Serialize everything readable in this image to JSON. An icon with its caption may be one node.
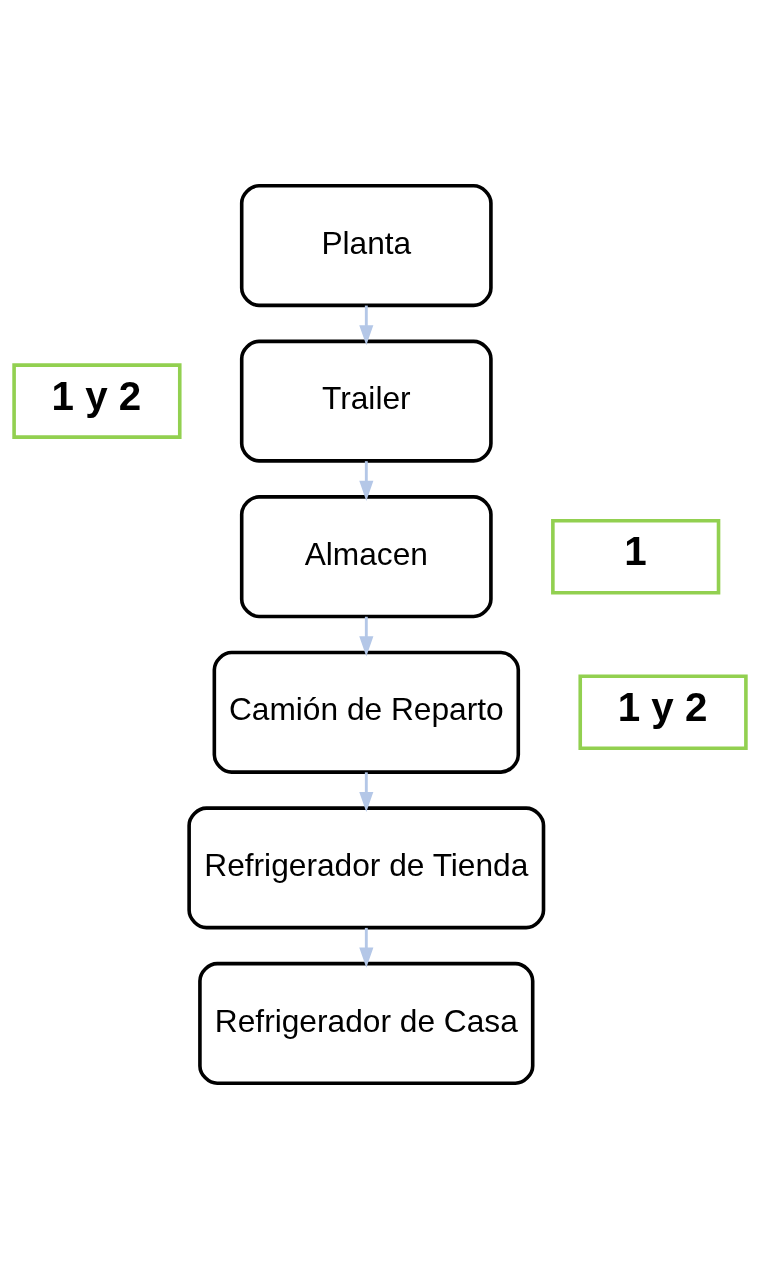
{
  "diagram": {
    "nodes": [
      {
        "text": [
          "Planta"
        ]
      },
      {
        "text": [
          "1 y 2"
        ]
      },
      {
        "text": [
          "Trailer"
        ]
      },
      {
        "text": [
          "Almacen"
        ]
      },
      {
        "text": [
          "1"
        ]
      },
      {
        "text": [
          "Camión de Reparto"
        ]
      },
      {
        "text": [
          "1 y 2"
        ]
      },
      {
        "text": [
          "Refrigerador de Tienda"
        ]
      },
      {
        "text": [
          "Refrigerador de Casa"
        ]
      }
    ],
    "edges": [
      {
        "from": 0,
        "to": 2,
        "arrow": "to"
      },
      {
        "from": 2,
        "to": 3,
        "arrow": "to"
      },
      {
        "from": 3,
        "to": 5,
        "arrow": "to"
      },
      {
        "from": 5,
        "to": 7,
        "arrow": "to"
      },
      {
        "from": 7,
        "to": 8,
        "arrow": "to"
      }
    ]
  }
}
